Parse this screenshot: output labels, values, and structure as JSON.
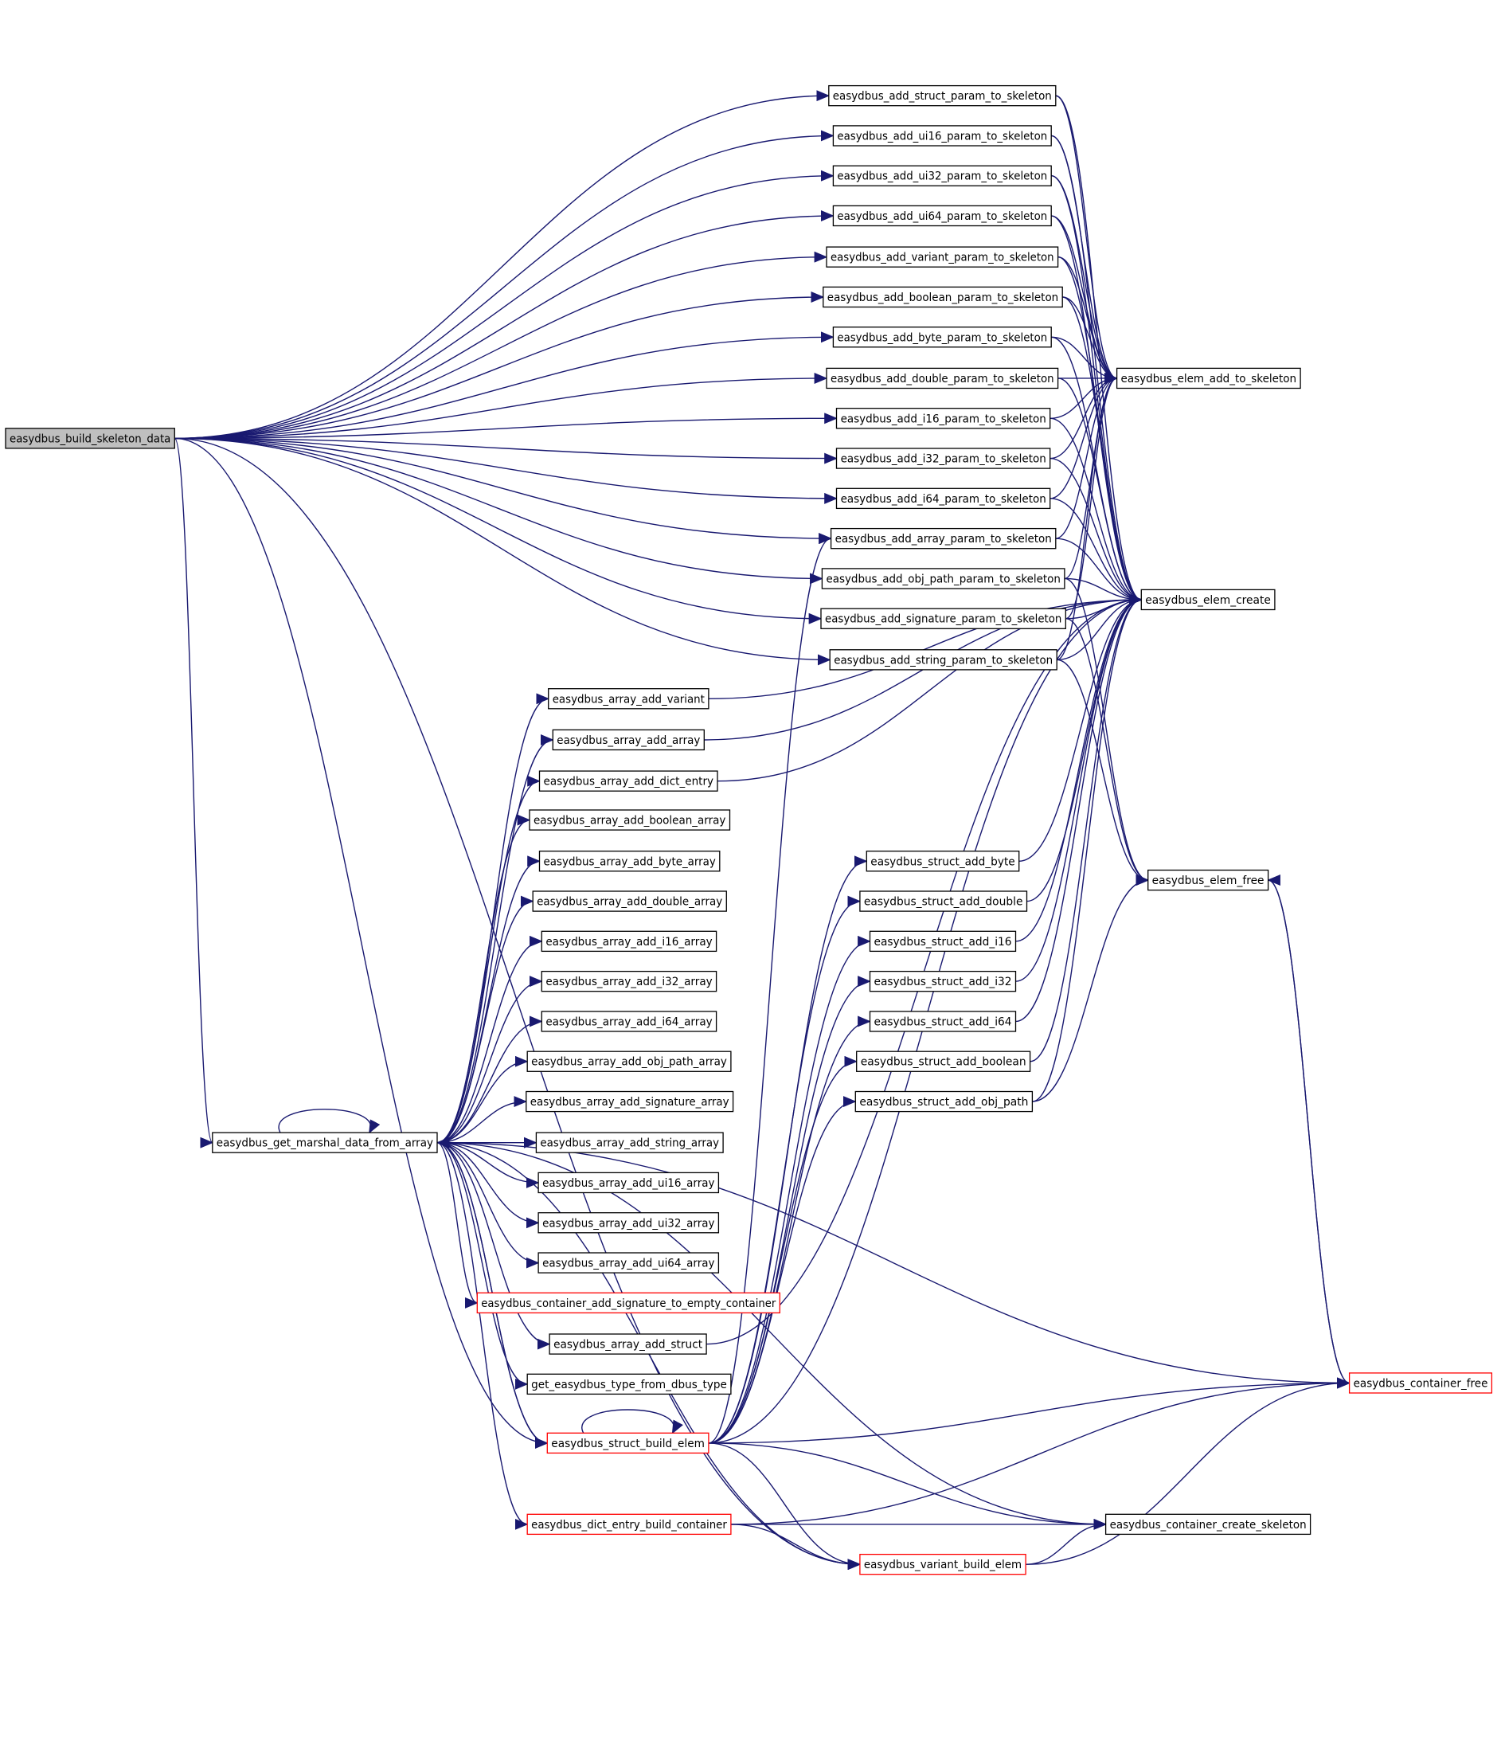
{
  "diagram": {
    "type": "call-graph",
    "colors": {
      "edge": "#191970",
      "node_border": "#000000",
      "truncated_node_border": "#ff0000",
      "root_fill": "#bfbfbf",
      "node_fill": "#ffffff"
    },
    "nodes": [
      {
        "id": "root",
        "label": "easydbus_build_skeleton_data",
        "style": "root"
      },
      {
        "id": "p_struct",
        "label": "easydbus_add_struct_param_to_skeleton"
      },
      {
        "id": "p_ui16",
        "label": "easydbus_add_ui16_param_to_skeleton"
      },
      {
        "id": "p_ui32",
        "label": "easydbus_add_ui32_param_to_skeleton"
      },
      {
        "id": "p_ui64",
        "label": "easydbus_add_ui64_param_to_skeleton"
      },
      {
        "id": "p_variant",
        "label": "easydbus_add_variant_param_to_skeleton"
      },
      {
        "id": "p_boolean",
        "label": "easydbus_add_boolean_param_to_skeleton"
      },
      {
        "id": "p_byte",
        "label": "easydbus_add_byte_param_to_skeleton"
      },
      {
        "id": "p_double",
        "label": "easydbus_add_double_param_to_skeleton"
      },
      {
        "id": "p_i16",
        "label": "easydbus_add_i16_param_to_skeleton"
      },
      {
        "id": "p_i32",
        "label": "easydbus_add_i32_param_to_skeleton"
      },
      {
        "id": "p_i64",
        "label": "easydbus_add_i64_param_to_skeleton"
      },
      {
        "id": "p_array",
        "label": "easydbus_add_array_param_to_skeleton"
      },
      {
        "id": "p_objpath",
        "label": "easydbus_add_obj_path_param_to_skeleton"
      },
      {
        "id": "p_signature",
        "label": "easydbus_add_signature_param_to_skeleton"
      },
      {
        "id": "p_string",
        "label": "easydbus_add_string_param_to_skeleton"
      },
      {
        "id": "elem_add",
        "label": "easydbus_elem_add_to_skeleton"
      },
      {
        "id": "elem_create",
        "label": "easydbus_elem_create"
      },
      {
        "id": "elem_free",
        "label": "easydbus_elem_free"
      },
      {
        "id": "a_variant",
        "label": "easydbus_array_add_variant"
      },
      {
        "id": "a_array",
        "label": "easydbus_array_add_array"
      },
      {
        "id": "a_dict",
        "label": "easydbus_array_add_dict_entry"
      },
      {
        "id": "a_boolean",
        "label": "easydbus_array_add_boolean_array"
      },
      {
        "id": "a_byte",
        "label": "easydbus_array_add_byte_array"
      },
      {
        "id": "a_double",
        "label": "easydbus_array_add_double_array"
      },
      {
        "id": "a_i16",
        "label": "easydbus_array_add_i16_array"
      },
      {
        "id": "a_i32",
        "label": "easydbus_array_add_i32_array"
      },
      {
        "id": "a_i64",
        "label": "easydbus_array_add_i64_array"
      },
      {
        "id": "a_objpath",
        "label": "easydbus_array_add_obj_path_array"
      },
      {
        "id": "a_signature",
        "label": "easydbus_array_add_signature_array"
      },
      {
        "id": "a_string",
        "label": "easydbus_array_add_string_array"
      },
      {
        "id": "a_ui16",
        "label": "easydbus_array_add_ui16_array"
      },
      {
        "id": "a_ui32",
        "label": "easydbus_array_add_ui32_array"
      },
      {
        "id": "a_ui64",
        "label": "easydbus_array_add_ui64_array"
      },
      {
        "id": "c_addsig",
        "label": "easydbus_container_add_signature_to_empty_container",
        "style": "truncated"
      },
      {
        "id": "a_struct",
        "label": "easydbus_array_add_struct"
      },
      {
        "id": "get_type",
        "label": "get_easydbus_type_from_dbus_type"
      },
      {
        "id": "marshal",
        "label": "easydbus_get_marshal_data_from_array"
      },
      {
        "id": "s_byte",
        "label": "easydbus_struct_add_byte"
      },
      {
        "id": "s_double",
        "label": "easydbus_struct_add_double"
      },
      {
        "id": "s_i16",
        "label": "easydbus_struct_add_i16"
      },
      {
        "id": "s_i32",
        "label": "easydbus_struct_add_i32"
      },
      {
        "id": "s_i64",
        "label": "easydbus_struct_add_i64"
      },
      {
        "id": "s_boolean",
        "label": "easydbus_struct_add_boolean"
      },
      {
        "id": "s_objpath",
        "label": "easydbus_struct_add_obj_path"
      },
      {
        "id": "struct_build",
        "label": "easydbus_struct_build_elem",
        "style": "truncated"
      },
      {
        "id": "dict_build",
        "label": "easydbus_dict_entry_build_container",
        "style": "truncated"
      },
      {
        "id": "variant_build",
        "label": "easydbus_variant_build_elem",
        "style": "truncated"
      },
      {
        "id": "container_free",
        "label": "easydbus_container_free",
        "style": "truncated"
      },
      {
        "id": "container_create",
        "label": "easydbus_container_create_skeleton"
      }
    ]
  }
}
